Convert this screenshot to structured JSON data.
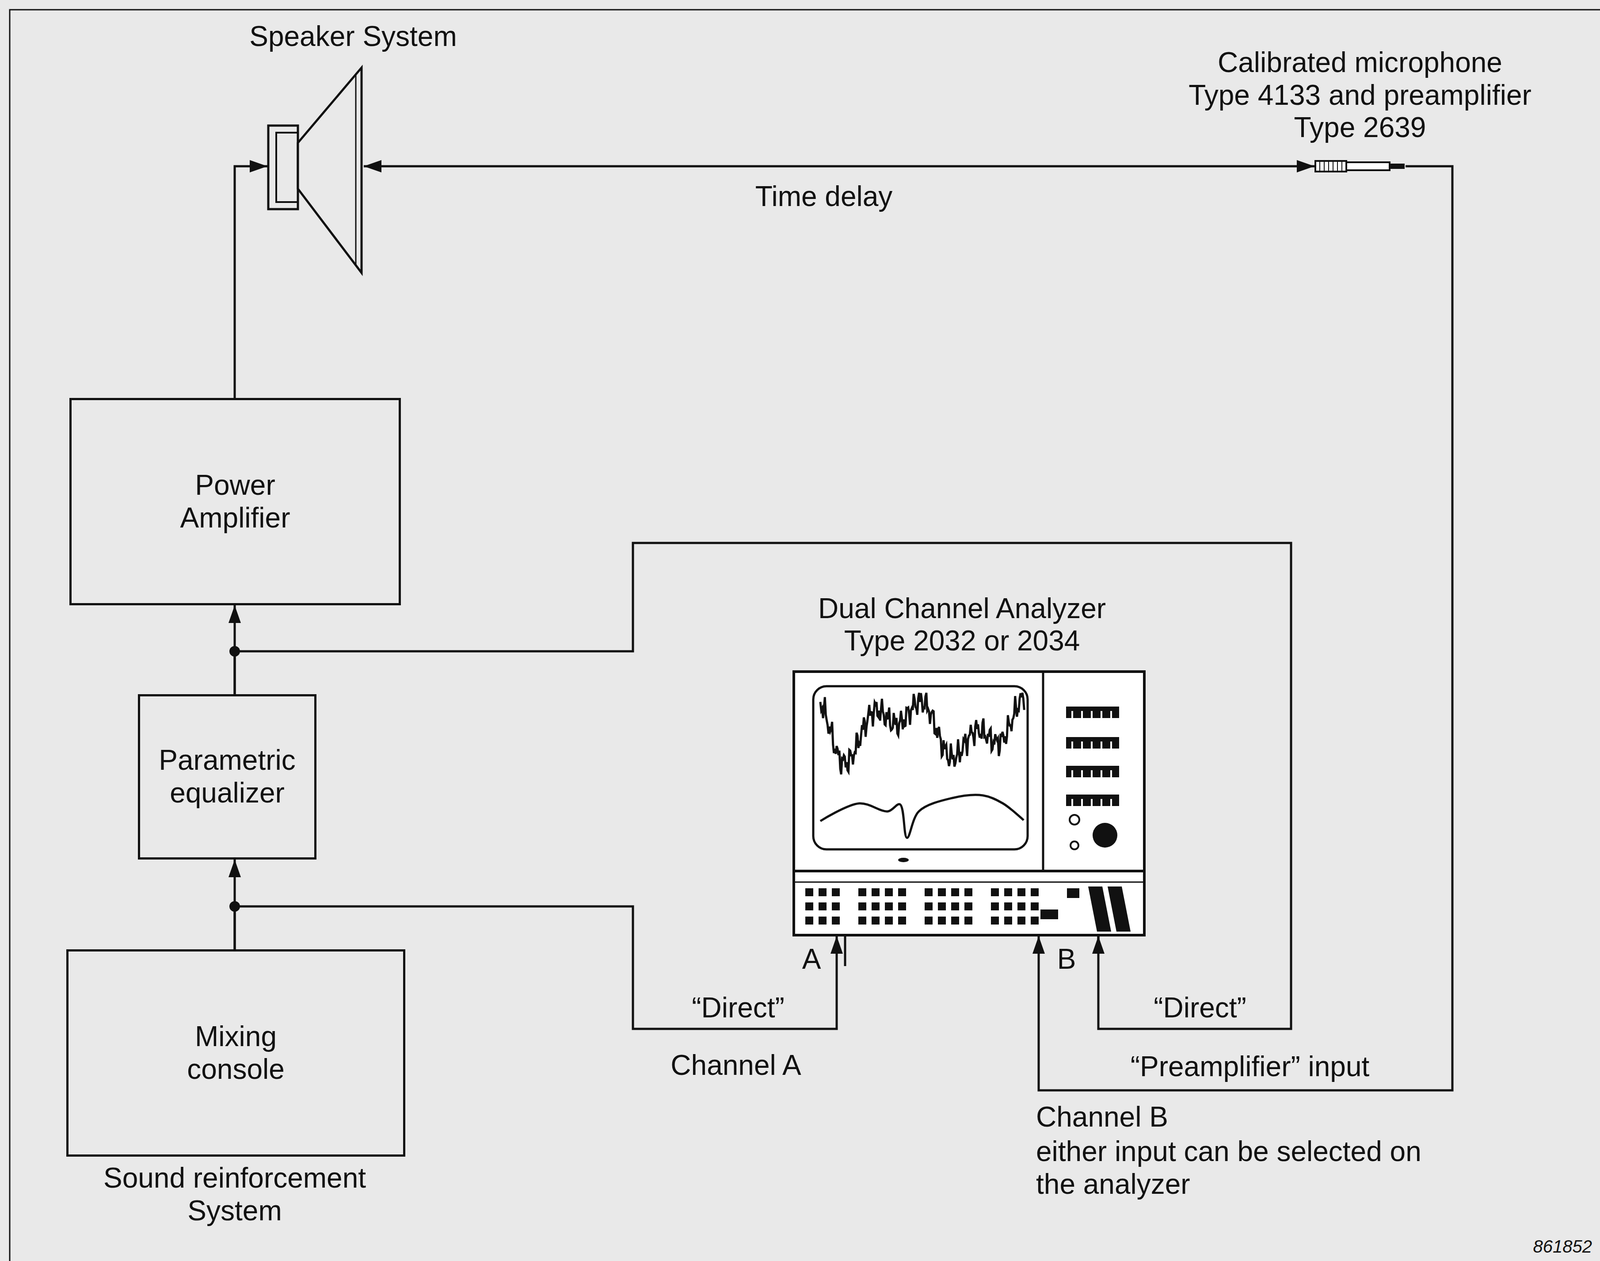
{
  "diagram": {
    "nodes": [
      {
        "text": [
          "Speaker System"
        ]
      },
      {
        "text": [
          "Calibrated microphone Type 4133 and preamplifier Type 2639"
        ]
      },
      {
        "text": [
          "Power Amplifier"
        ]
      },
      {
        "text": [
          "Dual Channel Analyzer Type 2032 or 2034"
        ]
      },
      {
        "text": [
          "Parametric equalizer"
        ]
      },
      {
        "text": [
          "Mixing console"
        ]
      }
    ],
    "edges": [
      {
        "from": 5,
        "to": 4,
        "arrow": "to"
      },
      {
        "from": 4,
        "to": 2,
        "arrow": "to"
      },
      {
        "from": 2,
        "to": 0,
        "arrow": "to"
      },
      {
        "from": 0,
        "to": 1,
        "label": "Time delay",
        "arrow": "both"
      },
      {
        "from": 5,
        "to": 3,
        "label": "“Direct”",
        "arrow": "to"
      },
      {
        "from": 4,
        "to": 3,
        "label": "“Direct”",
        "arrow": "to"
      },
      {
        "from": 1,
        "to": 3,
        "label": "“Preamplifier” input",
        "arrow": "to"
      }
    ],
    "labels": [
      "A",
      "B",
      "Channel A",
      "Channel B",
      "either input can be selected on the analyzer",
      "Sound reinforcement System",
      "861852"
    ]
  }
}
